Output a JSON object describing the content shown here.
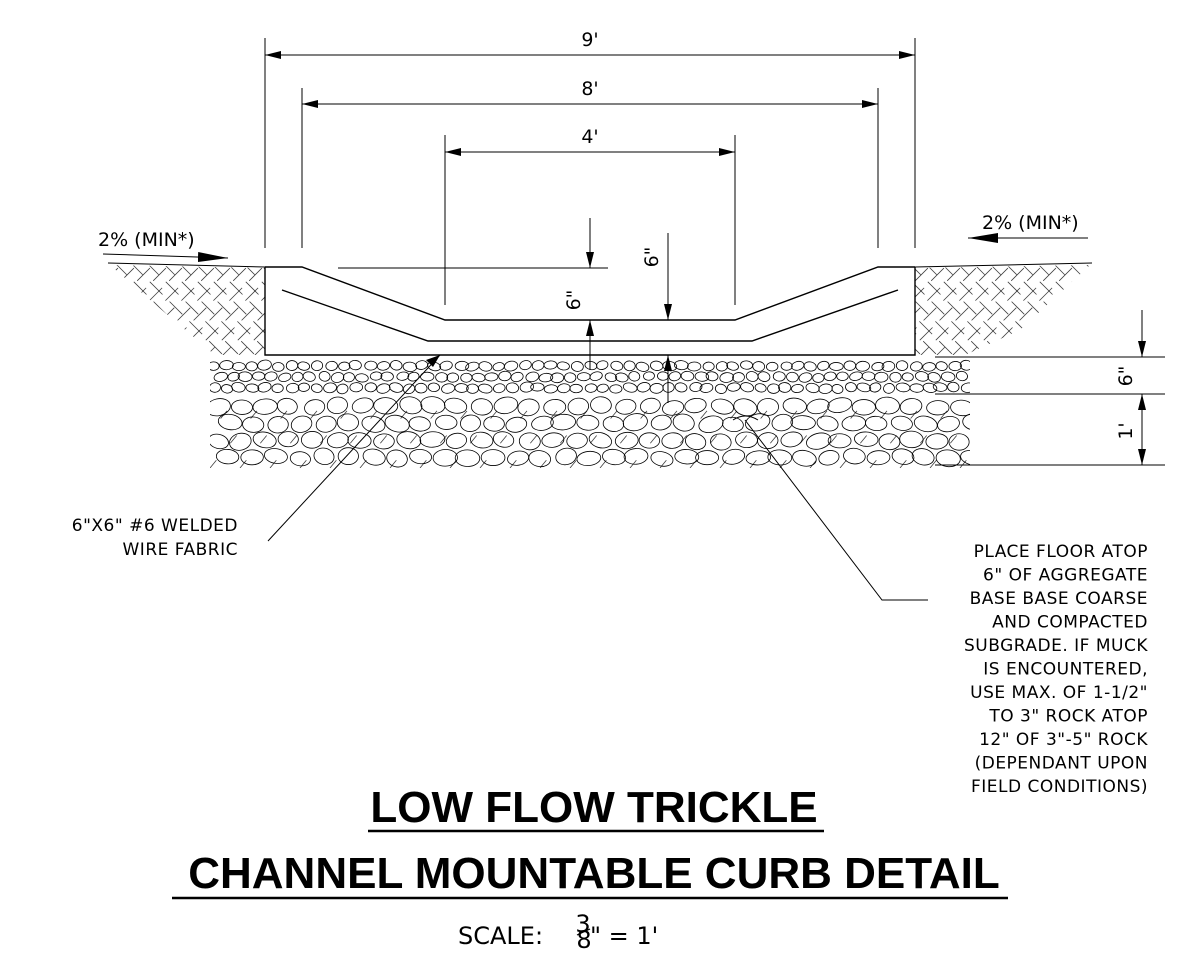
{
  "dimensions": {
    "overall_width": "9'",
    "inner_width": "8'",
    "channel_width": "4'",
    "channel_depth": "6\"",
    "slab_thickness": "6\"",
    "base_thickness": "6\"",
    "rock_thickness": "1'"
  },
  "slopes": {
    "left": "2% (MIN*)",
    "right": "2% (MIN*)"
  },
  "notes": {
    "wire_fabric": [
      "6\"X6\" #6 WELDED",
      "WIRE FABRIC"
    ],
    "floor": [
      "PLACE FLOOR ATOP",
      "6\" OF AGGREGATE",
      "BASE BASE COARSE",
      "AND COMPACTED",
      "SUBGRADE. IF MUCK",
      "IS ENCOUNTERED,",
      "USE MAX. OF 1-1/2\"",
      "TO 3\" ROCK ATOP",
      "12\" OF 3\"-5\" ROCK",
      "(DEPENDANT UPON",
      "FIELD CONDITIONS)"
    ]
  },
  "title": {
    "line1": "LOW FLOW TRICKLE",
    "line2": "CHANNEL MOUNTABLE CURB DETAIL"
  },
  "scale": {
    "prefix": "SCALE:",
    "numerator": "3",
    "denominator": "8",
    "suffix": "\" = 1'"
  }
}
